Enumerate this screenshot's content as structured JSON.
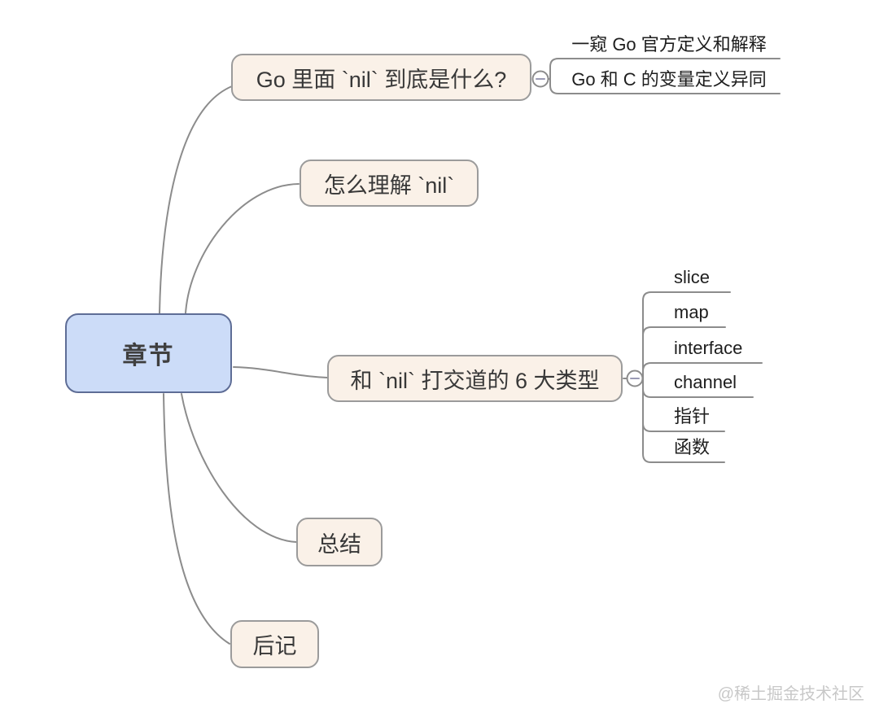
{
  "root": {
    "label": "章节"
  },
  "branches": [
    {
      "label": "Go 里面 `nil` 到底是什么?",
      "collapse_state": "expanded",
      "children": [
        "一窥 Go 官方定义和解释",
        "Go 和 C 的变量定义异同"
      ]
    },
    {
      "label": "怎么理解 `nil`"
    },
    {
      "label": "和 `nil` 打交道的 6 大类型",
      "collapse_state": "expanded",
      "children": [
        "slice",
        "map",
        "interface",
        "channel",
        "指针",
        "函数"
      ]
    },
    {
      "label": "总结"
    },
    {
      "label": "后记"
    }
  ],
  "watermark": "@稀土掘金技术社区",
  "colors": {
    "root_fill": "#ccdcf8",
    "root_border": "#5e6d96",
    "topic_fill": "#faf1e8",
    "topic_border": "#9b9b9b",
    "connector": "#8c8c8c",
    "topic_text": "#383838",
    "child_text": "#1e1e1e",
    "watermark": "#c8c8c8"
  }
}
